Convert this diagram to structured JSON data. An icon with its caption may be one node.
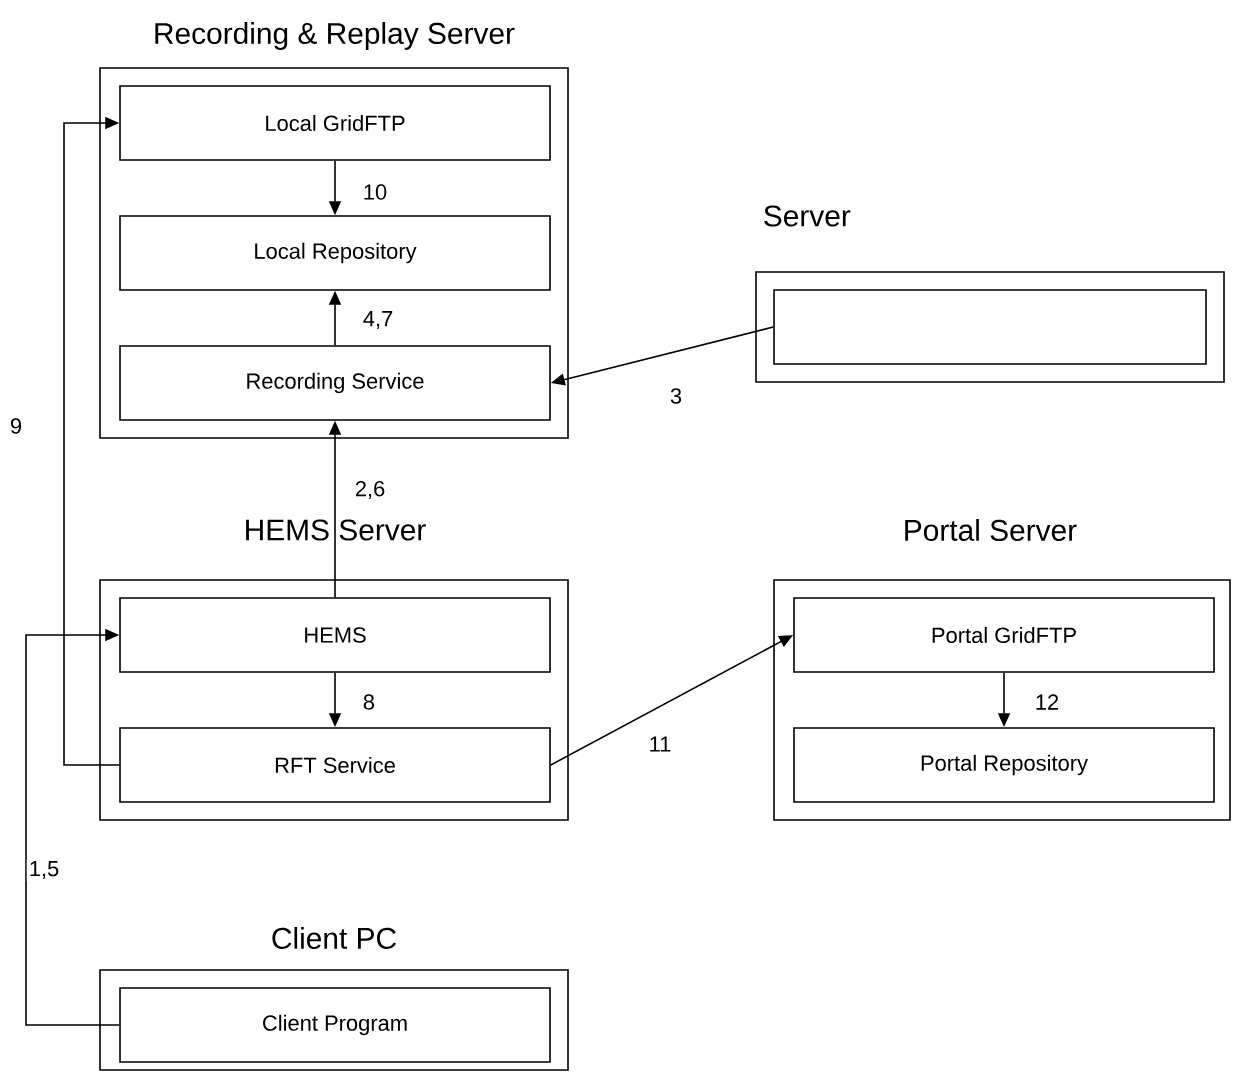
{
  "diagram": {
    "nodes": [
      {
        "text": [
          "Recording & Replay Server"
        ]
      },
      {
        "text": [
          "Local GridFTP"
        ],
        "in": 0
      },
      {
        "text": [
          "Local Repository"
        ],
        "in": 0
      },
      {
        "text": [
          "Recording Service"
        ],
        "in": 0
      },
      {
        "text": [
          "Server"
        ]
      },
      {
        "text": [],
        "shape": "box",
        "in": 4
      },
      {
        "text": [
          "HEMS Server"
        ]
      },
      {
        "text": [
          "HEMS"
        ],
        "in": 6
      },
      {
        "text": [
          "RFT Service"
        ],
        "in": 6
      },
      {
        "text": [
          "Portal Server"
        ]
      },
      {
        "text": [
          "Portal GridFTP"
        ],
        "in": 9
      },
      {
        "text": [
          "Portal Repository"
        ],
        "in": 9
      },
      {
        "text": [
          "Client PC"
        ]
      },
      {
        "text": [
          "Client Program"
        ],
        "in": 12
      }
    ],
    "edges": [
      {
        "from": 1,
        "to": 2,
        "arrow": "to",
        "label": "10"
      },
      {
        "from": 3,
        "to": 2,
        "arrow": "to",
        "label": "4,7"
      },
      {
        "from": 5,
        "to": 3,
        "arrow": "to",
        "label": "3"
      },
      {
        "from": 7,
        "to": 3,
        "arrow": "to",
        "label": "2,6"
      },
      {
        "from": 8,
        "to": 1,
        "arrow": "to",
        "label": "9"
      },
      {
        "from": 13,
        "to": 7,
        "arrow": "to",
        "label": "1,5"
      },
      {
        "from": 7,
        "to": 8,
        "arrow": "to",
        "label": "8"
      },
      {
        "from": 8,
        "to": 10,
        "arrow": "to",
        "label": "11"
      },
      {
        "from": 10,
        "to": 11,
        "arrow": "to",
        "label": "12"
      }
    ]
  }
}
